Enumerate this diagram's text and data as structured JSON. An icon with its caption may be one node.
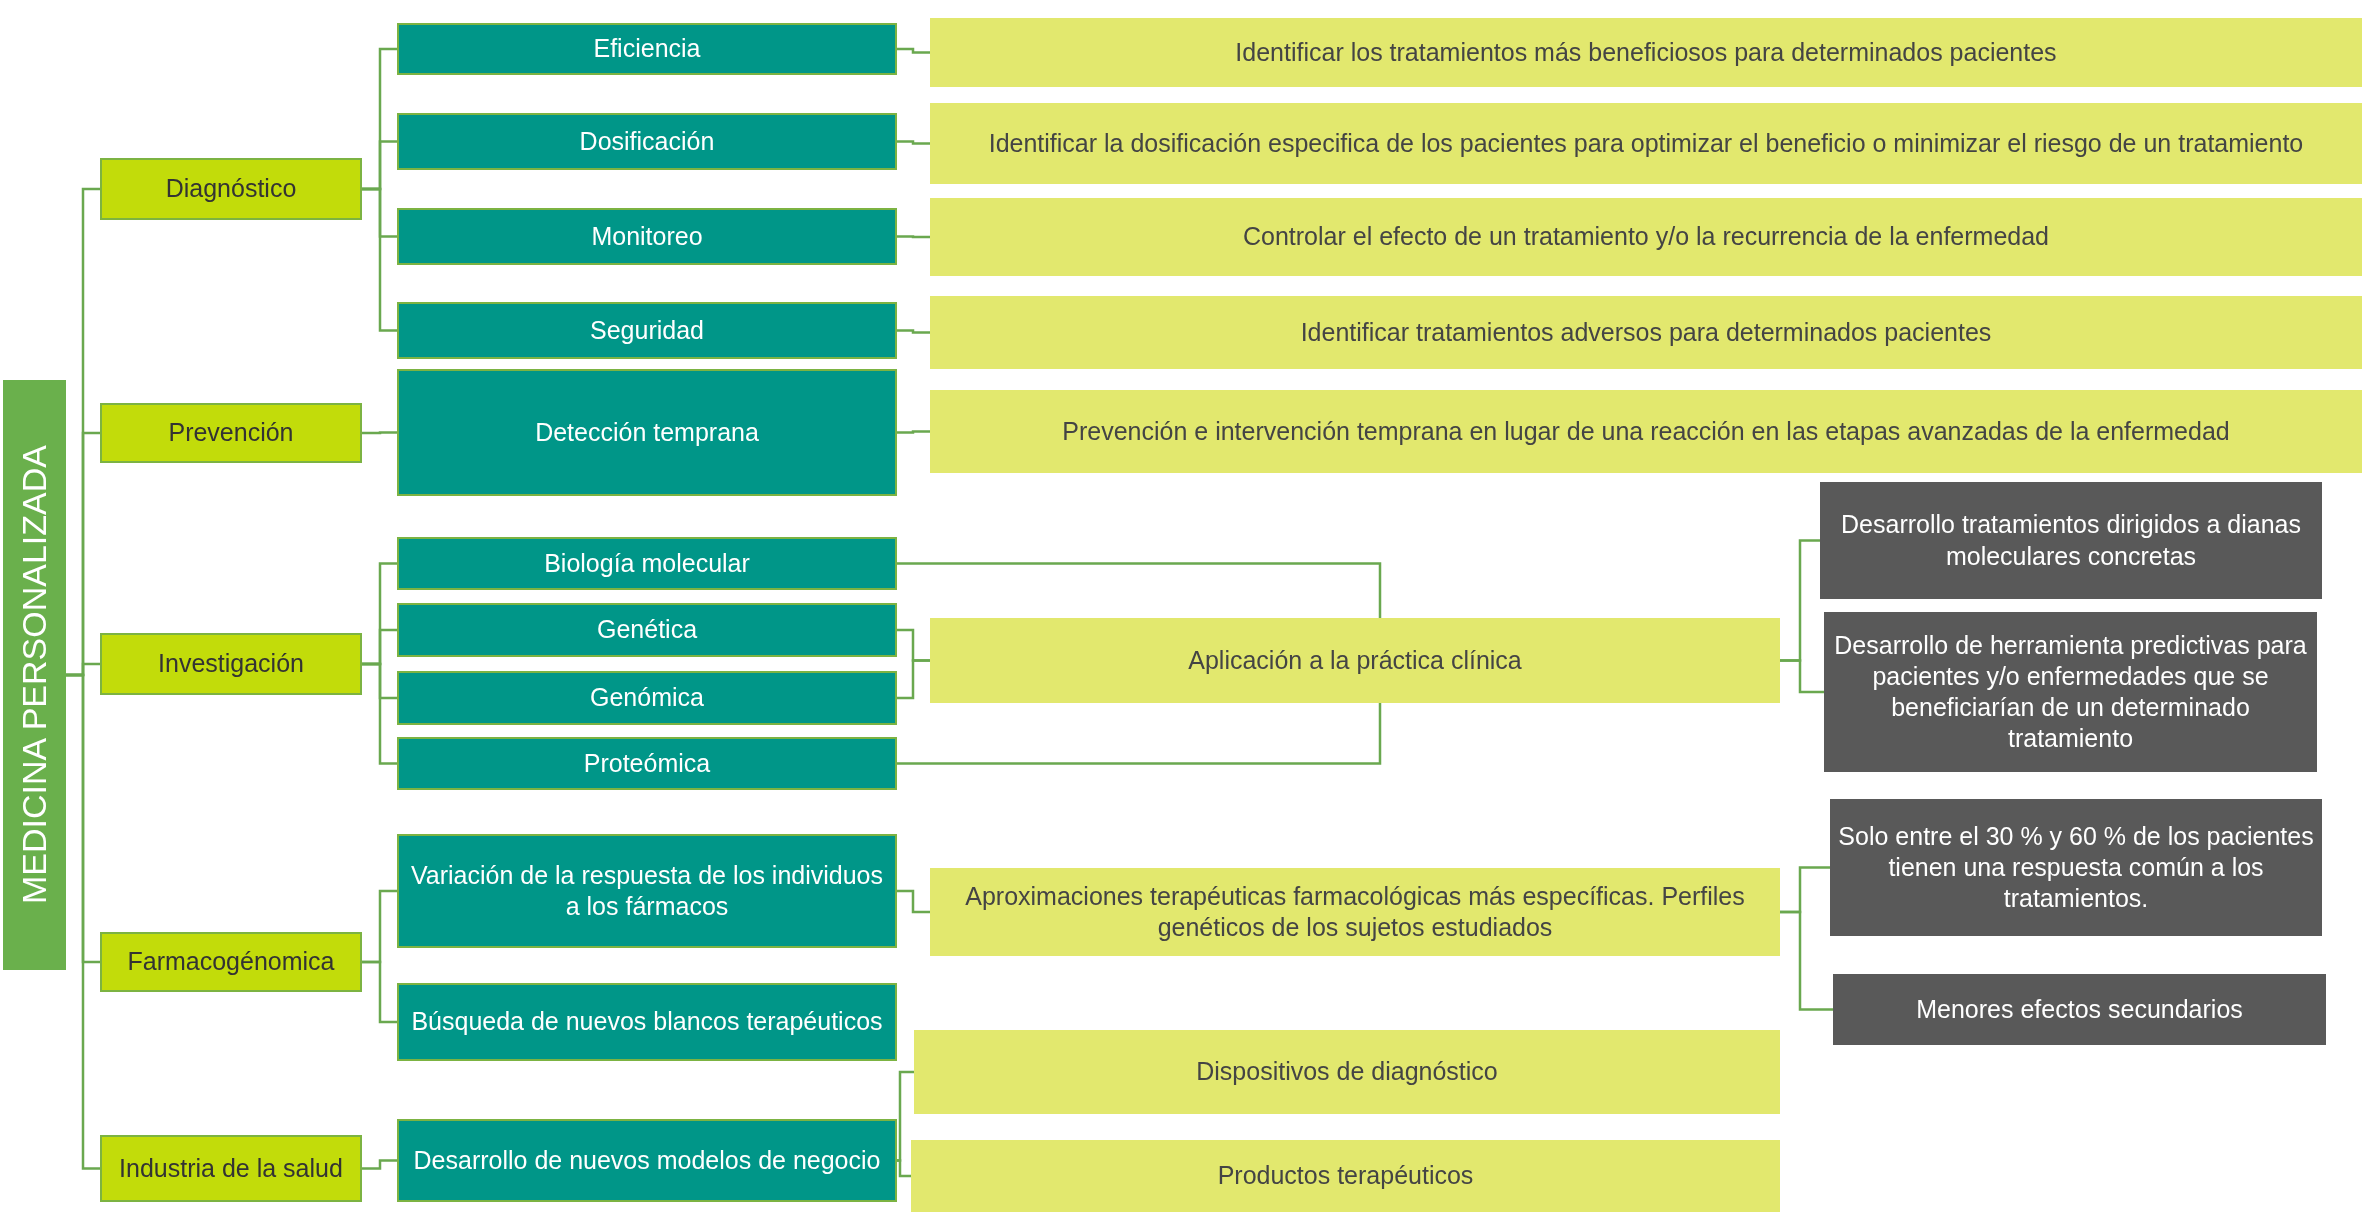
{
  "diagram": {
    "nodes": [
      {
        "text": [
          "MEDICINA PERSONALIZADA"
        ]
      },
      {
        "text": [
          "Diagnóstico"
        ]
      },
      {
        "text": [
          "Prevención"
        ]
      },
      {
        "text": [
          "Investigación"
        ]
      },
      {
        "text": [
          "Farmacogénomica"
        ]
      },
      {
        "text": [
          "Industria de la salud"
        ]
      },
      {
        "text": [
          "Eficiencia"
        ]
      },
      {
        "text": [
          "Dosificación"
        ]
      },
      {
        "text": [
          "Monitoreo"
        ]
      },
      {
        "text": [
          "Seguridad"
        ]
      },
      {
        "text": [
          "Detección temprana"
        ]
      },
      {
        "text": [
          "Biología molecular"
        ]
      },
      {
        "text": [
          "Genética"
        ]
      },
      {
        "text": [
          "Genómica"
        ]
      },
      {
        "text": [
          "Proteómica"
        ]
      },
      {
        "text": [
          "Variación de la respuesta de los individuos a los fármacos"
        ]
      },
      {
        "text": [
          "Búsqueda de nuevos blancos terapéuticos"
        ]
      },
      {
        "text": [
          "Desarrollo de nuevos modelos de negocio"
        ]
      },
      {
        "text": [
          "Identificar los tratamientos más beneficiosos para determinados pacientes"
        ]
      },
      {
        "text": [
          "Identificar la dosificación especifica de los pacientes para optimizar el beneficio o minimizar el riesgo de un tratamiento"
        ]
      },
      {
        "text": [
          "Controlar el efecto de un tratamiento  y/o la recurrencia de la enfermedad"
        ]
      },
      {
        "text": [
          "Identificar tratamientos adversos para determinados pacientes"
        ]
      },
      {
        "text": [
          "Prevención e intervención temprana en lugar de una reacción en las etapas avanzadas de la enfermedad"
        ]
      },
      {
        "text": [
          "Aplicación a la práctica clínica"
        ]
      },
      {
        "text": [
          "Aproximaciones terapéuticas farmacológicas más específicas. Perfiles genéticos de los sujetos estudiados"
        ]
      },
      {
        "text": [
          "Dispositivos de diagnóstico"
        ]
      },
      {
        "text": [
          "Productos terapéuticos"
        ]
      },
      {
        "text": [
          "Desarrollo tratamientos dirigidos a dianas moleculares concretas"
        ]
      },
      {
        "text": [
          "Desarrollo de herramienta predictivas para pacientes y/o enfermedades que se beneficiarían de un determinado tratamiento"
        ]
      },
      {
        "text": [
          "Solo entre el 30 % y 60 % de los pacientes tienen una respuesta común a los tratamientos."
        ]
      },
      {
        "text": [
          "Menores efectos secundarios"
        ]
      }
    ],
    "edges": [
      {
        "from": 0,
        "to": 1,
        "arrow": "none"
      },
      {
        "from": 0,
        "to": 2,
        "arrow": "none"
      },
      {
        "from": 0,
        "to": 3,
        "arrow": "none"
      },
      {
        "from": 0,
        "to": 4,
        "arrow": "none"
      },
      {
        "from": 0,
        "to": 5,
        "arrow": "none"
      },
      {
        "from": 1,
        "to": 6,
        "arrow": "none"
      },
      {
        "from": 1,
        "to": 7,
        "arrow": "none"
      },
      {
        "from": 1,
        "to": 8,
        "arrow": "none"
      },
      {
        "from": 1,
        "to": 9,
        "arrow": "none"
      },
      {
        "from": 2,
        "to": 10,
        "arrow": "none"
      },
      {
        "from": 3,
        "to": 11,
        "arrow": "none"
      },
      {
        "from": 3,
        "to": 12,
        "arrow": "none"
      },
      {
        "from": 3,
        "to": 13,
        "arrow": "none"
      },
      {
        "from": 3,
        "to": 14,
        "arrow": "none"
      },
      {
        "from": 4,
        "to": 15,
        "arrow": "none"
      },
      {
        "from": 4,
        "to": 16,
        "arrow": "none"
      },
      {
        "from": 5,
        "to": 17,
        "arrow": "none"
      },
      {
        "from": 6,
        "to": 18,
        "arrow": "none"
      },
      {
        "from": 7,
        "to": 19,
        "arrow": "none"
      },
      {
        "from": 8,
        "to": 20,
        "arrow": "none"
      },
      {
        "from": 9,
        "to": 21,
        "arrow": "none"
      },
      {
        "from": 10,
        "to": 22,
        "arrow": "none"
      },
      {
        "from": 11,
        "to": 23,
        "arrow": "none"
      },
      {
        "from": 12,
        "to": 23,
        "arrow": "none"
      },
      {
        "from": 13,
        "to": 23,
        "arrow": "none"
      },
      {
        "from": 14,
        "to": 23,
        "arrow": "none"
      },
      {
        "from": 15,
        "to": 24,
        "arrow": "none"
      },
      {
        "from": 17,
        "to": 25,
        "arrow": "none"
      },
      {
        "from": 17,
        "to": 26,
        "arrow": "none"
      },
      {
        "from": 23,
        "to": 27,
        "arrow": "none"
      },
      {
        "from": 23,
        "to": 28,
        "arrow": "none"
      },
      {
        "from": 24,
        "to": 29,
        "arrow": "none"
      },
      {
        "from": 24,
        "to": 30,
        "arrow": "none"
      }
    ]
  }
}
